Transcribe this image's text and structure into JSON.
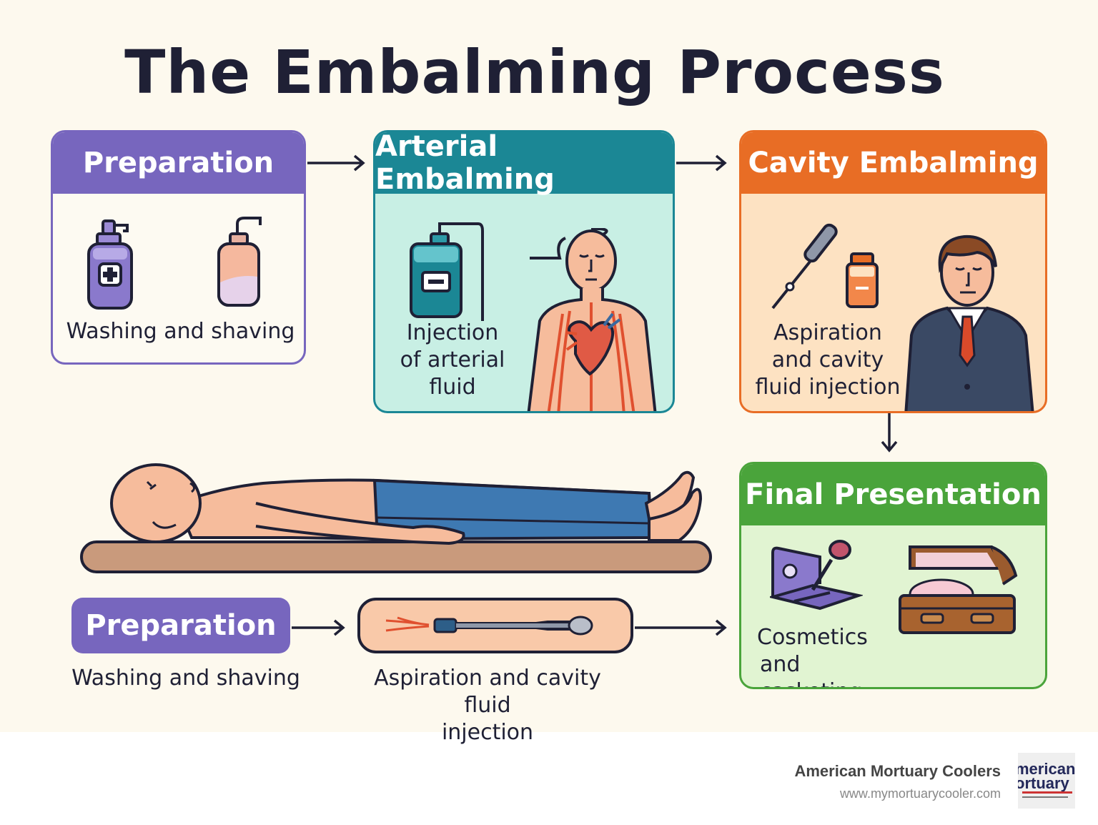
{
  "title": "The Embalming Process",
  "cards": {
    "preparation": {
      "label": "Preparation",
      "caption": "Washing and shaving",
      "color": "#7766be"
    },
    "arterial": {
      "label": "Arterial Embalming",
      "caption_lines": [
        "Injection",
        "of arterial",
        "fluid"
      ],
      "color": "#1b8795"
    },
    "cavity": {
      "label": "Cavity Embalming",
      "caption_lines": [
        "Aspiration",
        "and cavity",
        "fluid injection"
      ],
      "color": "#e86d25"
    },
    "final": {
      "label": "Final Presentation",
      "caption_lines": [
        "Cosmetics",
        "and casketing"
      ],
      "color": "#4aa43b"
    }
  },
  "bottom": {
    "pill_label": "Preparation",
    "left_caption": "Washing and shaving",
    "middle_caption_lines": [
      "Aspiration and cavity fluid",
      "injection"
    ]
  },
  "footer": {
    "brand": "American Mortuary Coolers",
    "url": "www.mymortuarycooler.com",
    "logo_lines": [
      "merican",
      "ortuary"
    ]
  },
  "icons": [
    "soap-bottle-icon",
    "spray-bottle-icon",
    "fluid-container-icon",
    "circulatory-figure-icon",
    "trocar-icon",
    "vial-icon",
    "man-in-suit-icon",
    "reclining-body-icon",
    "cosmetics-palette-icon",
    "casket-icon",
    "trocar-tray-icon"
  ]
}
